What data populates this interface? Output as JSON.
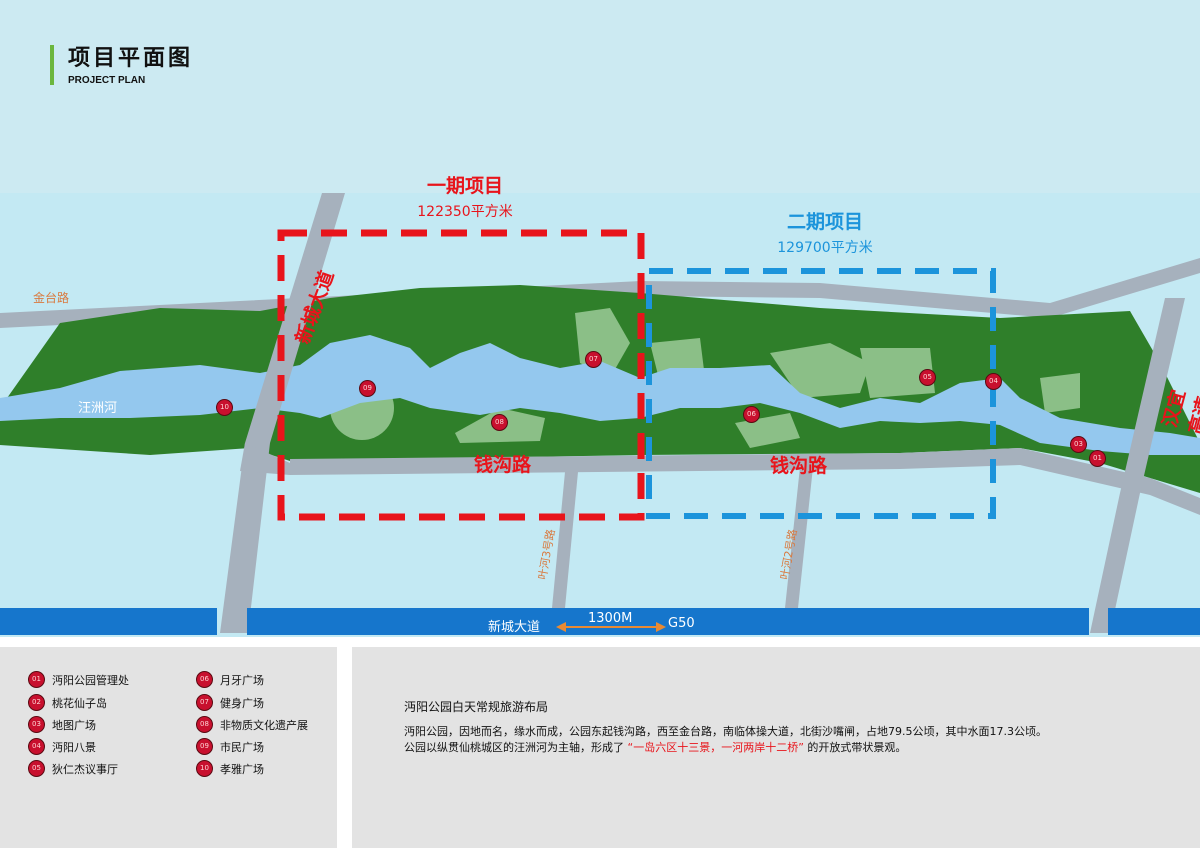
{
  "header": {
    "title": "项目平面图",
    "subtitle": "PROJECT PLAN"
  },
  "phases": [
    {
      "name": "一期项目",
      "area": "122350平方米",
      "color": "#e8141b"
    },
    {
      "name": "二期项目",
      "area": "129700平方米",
      "color": "#1c94db"
    }
  ],
  "roads": {
    "jintai": "金台路",
    "xincheng": "新城大道",
    "qiangou_1": "钱沟路",
    "qiangou_2": "钱沟路",
    "hanyi": "汉宜高速",
    "yehe3": "叶河3号路",
    "yehe2": "叶河2号路",
    "bottom_left": "新城大道",
    "bottom_distance": "1300M",
    "bottom_right": "G50"
  },
  "river": "汪洲河",
  "legend": [
    {
      "num": "01",
      "label": "沔阳公园管理处"
    },
    {
      "num": "02",
      "label": "桃花仙子岛"
    },
    {
      "num": "03",
      "label": "地图广场"
    },
    {
      "num": "04",
      "label": "沔阳八景"
    },
    {
      "num": "05",
      "label": "狄仁杰议事厅"
    },
    {
      "num": "06",
      "label": "月牙广场"
    },
    {
      "num": "07",
      "label": "健身广场"
    },
    {
      "num": "08",
      "label": "非物质文化遗产展"
    },
    {
      "num": "09",
      "label": "市民广场"
    },
    {
      "num": "10",
      "label": "孝雅广场"
    }
  ],
  "map_pins": [
    "10",
    "09",
    "08",
    "07",
    "06",
    "05",
    "04",
    "03",
    "01"
  ],
  "description": {
    "title": "沔阳公园白天常规旅游布局",
    "line1": "沔阳公园，因地而名，缘水而成，公园东起钱沟路，西至金台路，南临体操大道，北街沙嘴闸，占地79.5公顷，其中水面17.3公顷。",
    "line2_before": "公园以纵贯仙桃城区的汪洲河为主轴，形成了",
    "line2_highlight": "“一岛六区十三景，一河两岸十二桥”",
    "line2_after": "的开放式带状景观。"
  }
}
